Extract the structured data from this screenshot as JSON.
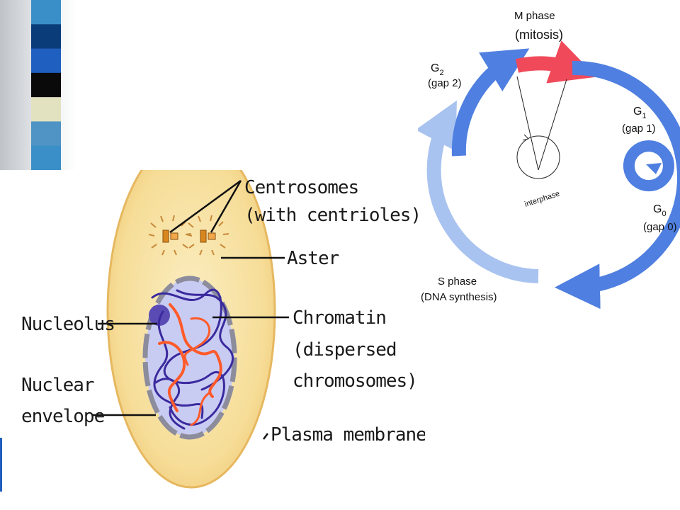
{
  "colors": {
    "stripe_band": [
      "#3a8fc8",
      "#0b3c7a",
      "#1f5fbf",
      "#0a0a0a",
      "#e3e2c0",
      "#4f94c4",
      "#3a8fc8"
    ],
    "cell_cytoplasm": "#f7e3a6",
    "nucleus": "#c9ccf2",
    "chromatin_purple": "#3a2a9e",
    "chromatin_red": "#ff5a2a",
    "cycle_blue": "#4f7fe0",
    "s_phase_blue": "#a9c3f0",
    "m_phase_red": "#f04a5a"
  },
  "cell_diagram": {
    "labels": {
      "centrosomes_line1": "Centrosomes",
      "centrosomes_line2": "(with centrioles)",
      "aster": "Aster",
      "nucleolus": "Nucleolus",
      "chromatin_line1": "Chromatin",
      "chromatin_line2": "(dispersed",
      "chromatin_line3": "chromosomes)",
      "nuclear_line1": "Nuclear",
      "nuclear_line2": "envelope",
      "plasma_membrane": "Plasma membrane"
    }
  },
  "cell_cycle": {
    "m_phase": {
      "title": "M phase",
      "sub": "(mitosis)"
    },
    "g2": {
      "letter": "G",
      "subscript": "2",
      "sub": "(gap 2)"
    },
    "g1": {
      "letter": "G",
      "subscript": "1",
      "sub": "(gap 1)"
    },
    "g0": {
      "letter": "G",
      "subscript": "0",
      "sub": "(gap 0)"
    },
    "s_phase": {
      "title": "S phase",
      "sub": "(DNA synthesis)"
    },
    "interphase": "interphase"
  }
}
